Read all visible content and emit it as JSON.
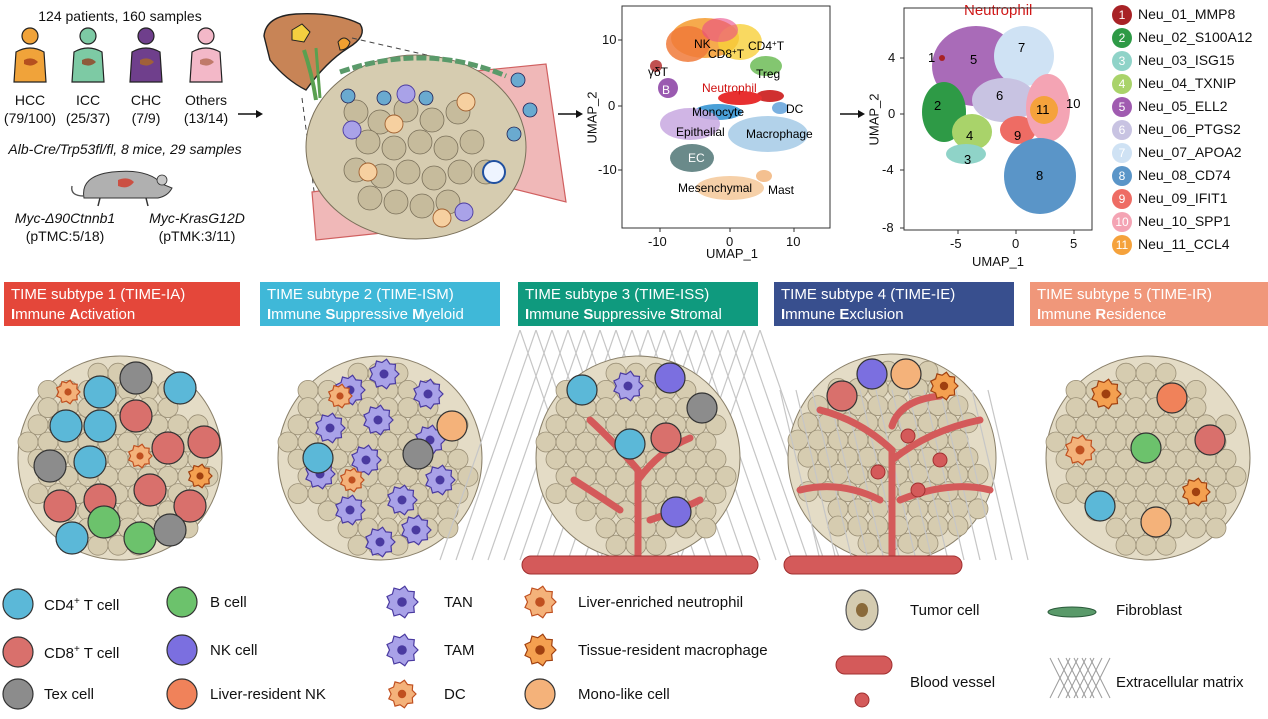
{
  "cohort": {
    "patients_line": "124 patients, 160 samples",
    "types": [
      {
        "name": "HCC",
        "count": "(79/100)",
        "color": "#f0a33a"
      },
      {
        "name": "ICC",
        "count": "(25/37)",
        "color": "#7dcaa4"
      },
      {
        "name": "CHC",
        "count": "(7/9)",
        "color": "#6f3f8c"
      },
      {
        "name": "Others",
        "count": "(13/14)",
        "color": "#f3b8c8"
      }
    ],
    "mice_line": "Alb-Cre/Trp53fl/fl, 8 mice, 29 samples",
    "mice_model_a": "Myc-Δ90Ctnnb1",
    "mice_model_a_count": "(pTMC:5/18)",
    "mice_model_b": "Myc-KrasG12D",
    "mice_model_b_count": "(pTMK:3/11)"
  },
  "umap1": {
    "xlabel": "UMAP_1",
    "ylabel": "UMAP_2",
    "xticks": [
      "-10",
      "0",
      "10"
    ],
    "yticks": [
      "10",
      "0",
      "-10"
    ],
    "labels": [
      "NK",
      "CD8+T",
      "CD4+T",
      "Treg",
      "γδT",
      "B",
      "Neutrophil",
      "Monocyte",
      "DC",
      "Epithelial",
      "Macrophage",
      "EC",
      "Mesenchymal",
      "Mast"
    ]
  },
  "umap2": {
    "title": "Neutrophil",
    "xlabel": "UMAP_1",
    "ylabel": "UMAP_2",
    "xticks": [
      "-5",
      "0",
      "5"
    ],
    "yticks": [
      "4",
      "0",
      "-4",
      "-8"
    ],
    "cluster_numbers": [
      "1",
      "2",
      "3",
      "4",
      "5",
      "6",
      "7",
      "8",
      "9",
      "10",
      "11"
    ]
  },
  "legend_clusters": [
    {
      "num": "1",
      "label": "Neu_01_MMP8",
      "color": "#a82226"
    },
    {
      "num": "2",
      "label": "Neu_02_S100A12",
      "color": "#2e9a46"
    },
    {
      "num": "3",
      "label": "Neu_03_ISG15",
      "color": "#8fd3c8"
    },
    {
      "num": "4",
      "label": "Neu_04_TXNIP",
      "color": "#a9d36a"
    },
    {
      "num": "5",
      "label": "Neu_05_ELL2",
      "color": "#a05bb0"
    },
    {
      "num": "6",
      "label": "Neu_06_PTGS2",
      "color": "#c8c3e2"
    },
    {
      "num": "7",
      "label": "Neu_07_APOA2",
      "color": "#cfe2f4"
    },
    {
      "num": "8",
      "label": "Neu_08_CD74",
      "color": "#5a95c8"
    },
    {
      "num": "9",
      "label": "Neu_09_IFIT1",
      "color": "#ee6c64"
    },
    {
      "num": "10",
      "label": "Neu_10_SPP1",
      "color": "#f4a4b4"
    },
    {
      "num": "11",
      "label": "Neu_11_CCL4",
      "color": "#f5a23c"
    }
  ],
  "subtypes": [
    {
      "title": "TIME subtype 1 (TIME-IA)",
      "name": [
        "I",
        "mmune ",
        "A",
        "ctivation"
      ],
      "color": "#e4473a"
    },
    {
      "title": "TIME subtype 2 (TIME-ISM)",
      "name": [
        "I",
        "mmune ",
        "S",
        "uppressive ",
        "M",
        "yeloid"
      ],
      "color": "#3fb8d8"
    },
    {
      "title": "TIME subtype 3 (TIME-ISS)",
      "name": [
        "I",
        "mmune ",
        "S",
        "uppressive ",
        "S",
        "tromal"
      ],
      "color": "#0f9a7e"
    },
    {
      "title": "TIME subtype 4 (TIME-IE)",
      "name": [
        "I",
        "mmune ",
        "E",
        "xclusion"
      ],
      "color": "#384f8e"
    },
    {
      "title": "TIME subtype 5 (TIME-IR)",
      "name": [
        "I",
        "mmune ",
        "R",
        "esidence"
      ],
      "color": "#f0977a"
    }
  ],
  "legend_cells": [
    {
      "label": "CD4+ T cell",
      "color": "#5bb8d8",
      "kind": "circle"
    },
    {
      "label": "CD8+ T cell",
      "color": "#d9706c",
      "kind": "circle"
    },
    {
      "label": "Tex cell",
      "color": "#8c8c8c",
      "kind": "circle"
    },
    {
      "label": "B cell",
      "color": "#6cc26c",
      "kind": "circle"
    },
    {
      "label": "NK cell",
      "color": "#7b6fe0",
      "kind": "circle"
    },
    {
      "label": "Liver-resident NK",
      "color": "#f0825a",
      "kind": "circle"
    },
    {
      "label": "TAN",
      "color": "#7b6fe0",
      "kind": "star"
    },
    {
      "label": "TAM",
      "color": "#7b6fe0",
      "kind": "star"
    },
    {
      "label": "DC",
      "color": "#f4b27a",
      "kind": "star"
    },
    {
      "label": "Liver-enriched neutrophil",
      "color": "#f4b27a",
      "kind": "star"
    },
    {
      "label": "Tissue-resident macrophage",
      "color": "#f4a050",
      "kind": "star"
    },
    {
      "label": "Mono-like cell",
      "color": "#f4b27a",
      "kind": "circle"
    },
    {
      "label": "Tumor cell",
      "color": "#d4cbb0",
      "kind": "tumor"
    },
    {
      "label": "Blood vessel",
      "color": "#d45a5a",
      "kind": "vessel"
    },
    {
      "label": "Fibroblast",
      "color": "#5a9a6a",
      "kind": "fibro"
    },
    {
      "label": "Extracellular matrix",
      "color": "#9a9a9a",
      "kind": "ecm"
    }
  ]
}
